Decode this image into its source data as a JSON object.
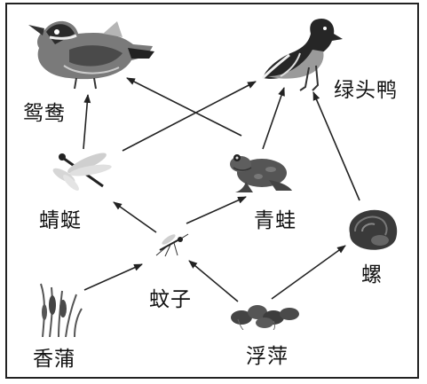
{
  "diagram": {
    "nodes": [
      {
        "id": "mandarin_duck",
        "label": "鸳鸯",
        "icon": "mandarin-duck-icon"
      },
      {
        "id": "mallard",
        "label": "绿头鸭",
        "icon": "mallard-duck-icon"
      },
      {
        "id": "dragonfly",
        "label": "蜻蜓",
        "icon": "dragonfly-icon"
      },
      {
        "id": "frog",
        "label": "青蛙",
        "icon": "frog-icon"
      },
      {
        "id": "mosquito",
        "label": "蚊子",
        "icon": "mosquito-icon"
      },
      {
        "id": "snail",
        "label": "螺",
        "icon": "snail-icon"
      },
      {
        "id": "cattail",
        "label": "香蒲",
        "icon": "cattail-icon"
      },
      {
        "id": "duckweed",
        "label": "浮萍",
        "icon": "duckweed-icon"
      }
    ],
    "edges": [
      {
        "from": "cattail",
        "to": "mosquito"
      },
      {
        "from": "duckweed",
        "to": "mosquito"
      },
      {
        "from": "duckweed",
        "to": "snail"
      },
      {
        "from": "mosquito",
        "to": "dragonfly"
      },
      {
        "from": "mosquito",
        "to": "frog"
      },
      {
        "from": "dragonfly",
        "to": "mandarin_duck"
      },
      {
        "from": "dragonfly",
        "to": "mallard"
      },
      {
        "from": "frog",
        "to": "mandarin_duck"
      },
      {
        "from": "frog",
        "to": "mallard"
      },
      {
        "from": "snail",
        "to": "mallard"
      }
    ],
    "colors": {
      "line": "#222222",
      "ink": "#111111"
    }
  }
}
